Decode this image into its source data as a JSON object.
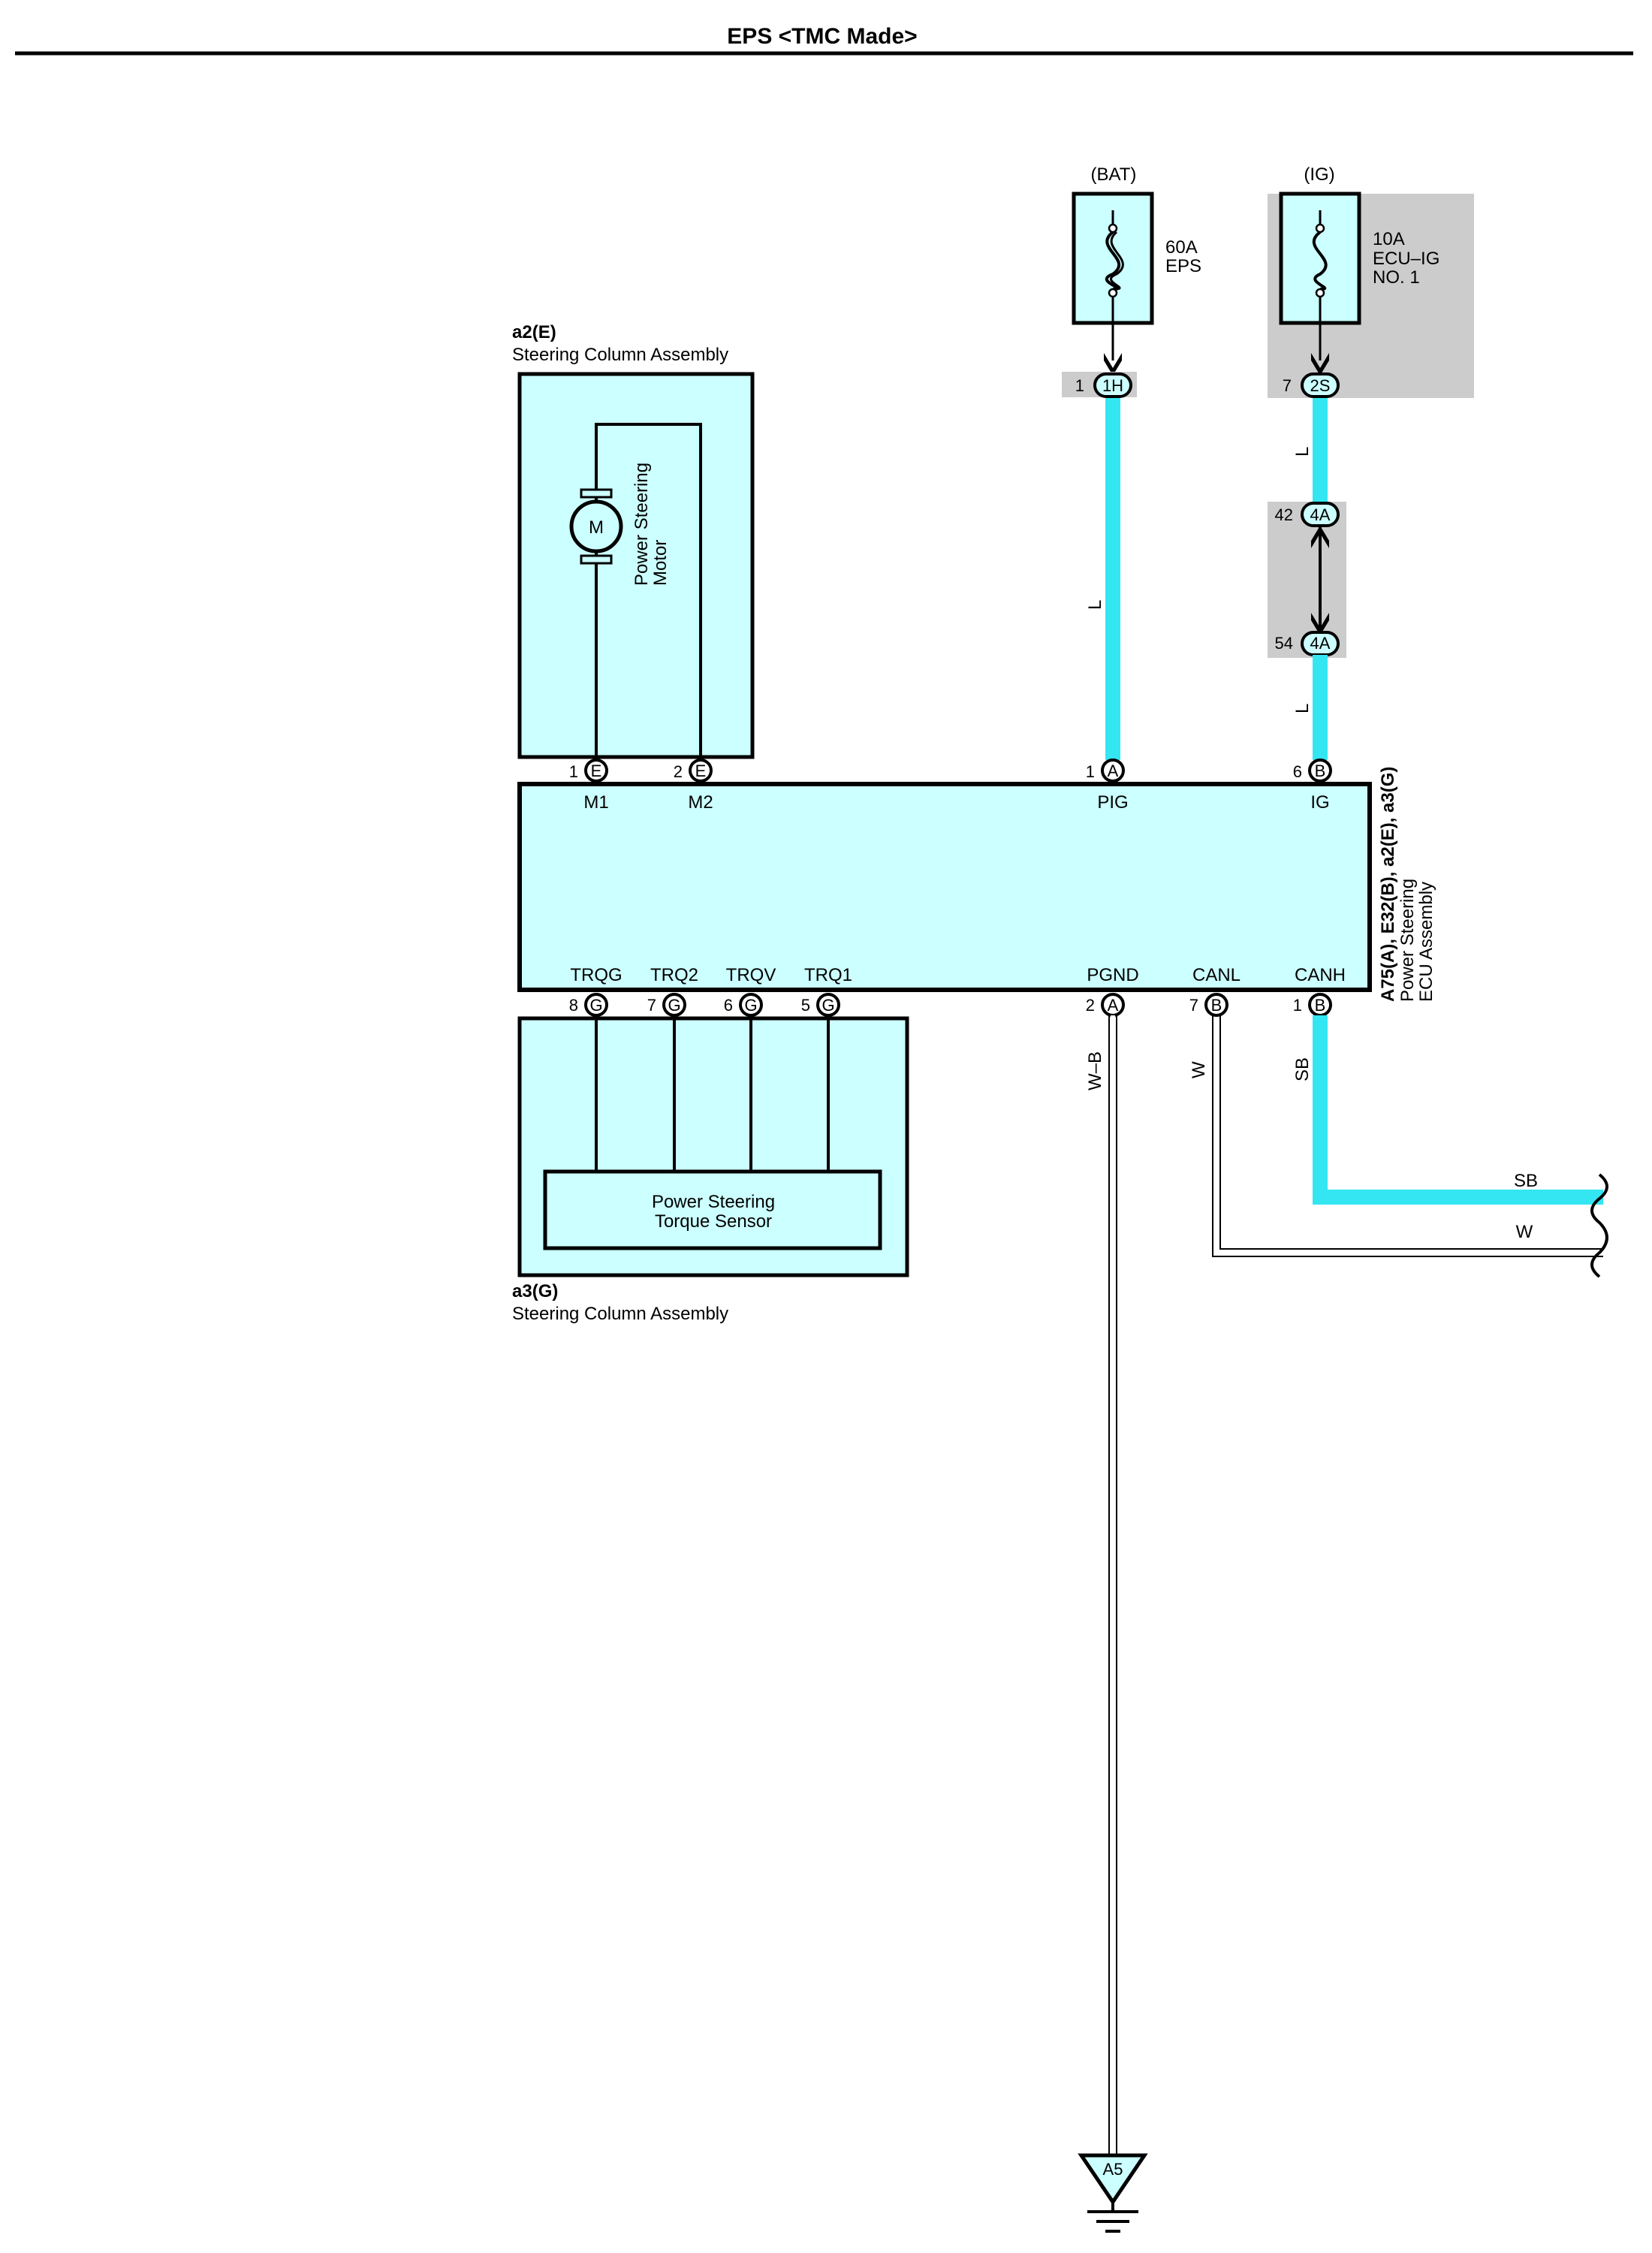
{
  "title": "EPS <TMC Made>",
  "colors": {
    "component_fill": "#ccffff",
    "gray_box": "#cccccc",
    "wire_L": "#33e6f2",
    "wire_SB": "#33e6f2",
    "line": "#000000"
  },
  "power_sources": {
    "bat": {
      "label": "(BAT)",
      "fuse_amps": "60A",
      "fuse_name": "EPS",
      "connector_pin": "1",
      "connector_code": "1H"
    },
    "ig": {
      "label": "(IG)",
      "fuse_amps": "10A",
      "fuse_name_line1": "ECU–IG",
      "fuse_name_line2": "NO. 1",
      "connector_pin": "7",
      "connector_code": "2S"
    }
  },
  "junction": {
    "upper_pin": "42",
    "upper_code": "4A",
    "lower_pin": "54",
    "lower_code": "4A"
  },
  "steering_motor_assembly": {
    "code": "a2(E)",
    "name": "Steering Column Assembly",
    "motor_symbol": "M",
    "motor_label_line1": "Power Steering",
    "motor_label_line2": "Motor"
  },
  "torque_sensor_assembly": {
    "code": "a3(G)",
    "name": "Steering Column Assembly",
    "sensor_label_line1": "Power Steering",
    "sensor_label_line2": "Torque Sensor"
  },
  "ecu": {
    "codes": "A75(A), E32(B), a2(E), a3(G)",
    "name_line1": "Power Steering",
    "name_line2": "ECU Assembly",
    "top_pins": [
      {
        "pin": "1",
        "code": "E",
        "signal": "M1"
      },
      {
        "pin": "2",
        "code": "E",
        "signal": "M2"
      },
      {
        "pin": "1",
        "code": "A",
        "signal": "PIG"
      },
      {
        "pin": "6",
        "code": "B",
        "signal": "IG"
      }
    ],
    "bottom_pins": [
      {
        "pin": "8",
        "code": "G",
        "signal": "TRQG"
      },
      {
        "pin": "7",
        "code": "G",
        "signal": "TRQ2"
      },
      {
        "pin": "6",
        "code": "G",
        "signal": "TRQV"
      },
      {
        "pin": "5",
        "code": "G",
        "signal": "TRQ1"
      },
      {
        "pin": "2",
        "code": "A",
        "signal": "PGND"
      },
      {
        "pin": "7",
        "code": "B",
        "signal": "CANL"
      },
      {
        "pin": "1",
        "code": "B",
        "signal": "CANH"
      }
    ]
  },
  "wires": {
    "bat_to_pig": "L",
    "ig_to_junction": "L",
    "junction_to_ig": "L",
    "pgnd": "W–B",
    "canl": "W",
    "canh": "SB",
    "canh_out": "SB",
    "canl_out": "W"
  },
  "ground": {
    "code": "A5"
  }
}
